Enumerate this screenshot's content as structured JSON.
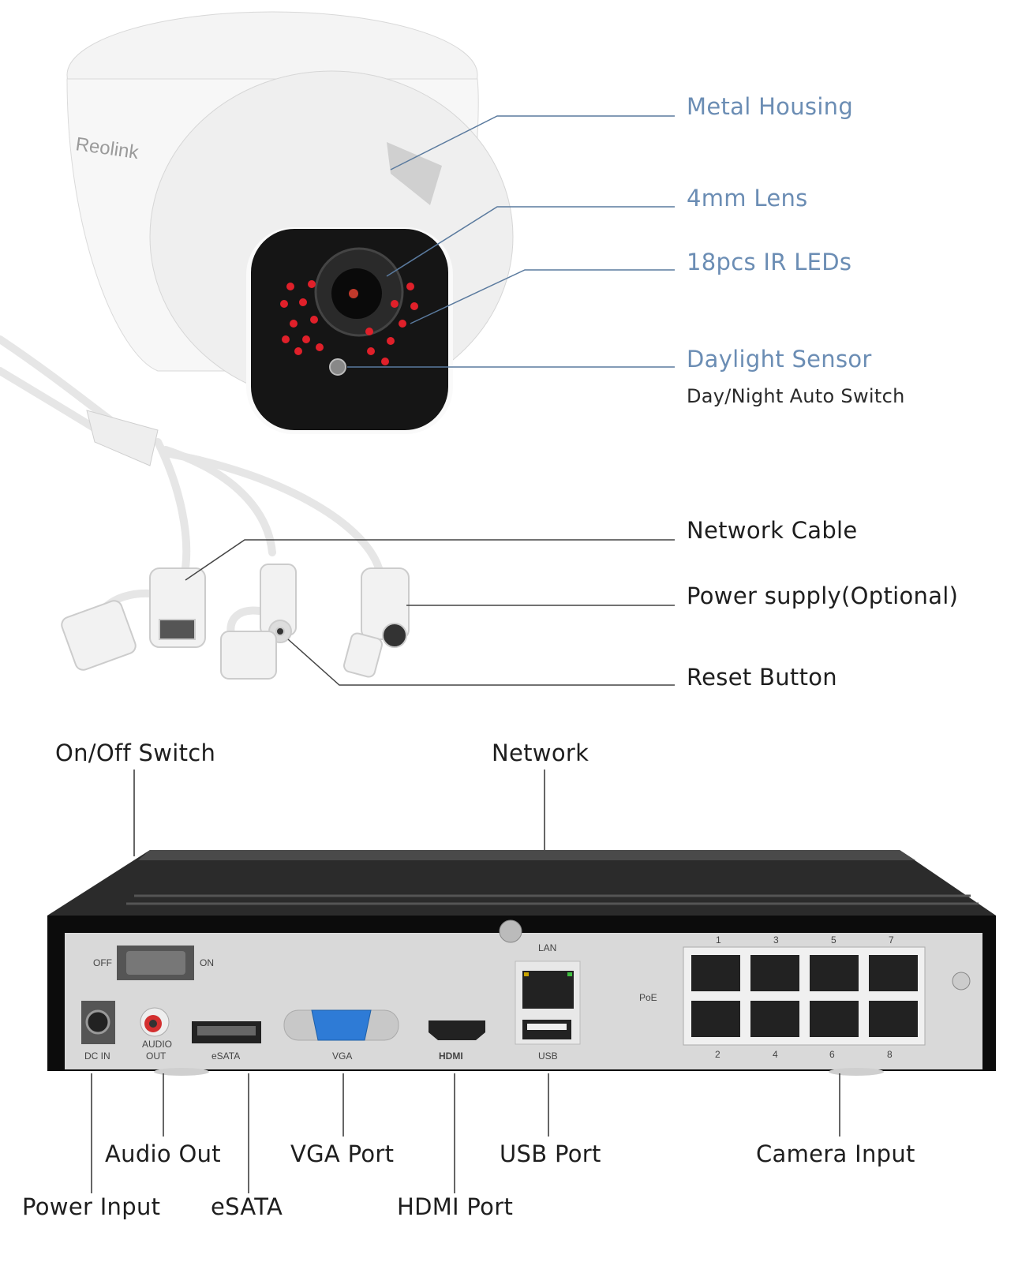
{
  "camera": {
    "brand": "Reolink",
    "callouts": {
      "metal_housing": "Metal Housing",
      "lens": "4mm Lens",
      "ir_leds": "18pcs IR LEDs",
      "daylight_sensor": "Daylight Sensor",
      "daylight_sensor_note": "Day/Night Auto Switch",
      "network_cable": "Network Cable",
      "power_supply": "Power supply(Optional)",
      "reset_button": "Reset Button"
    }
  },
  "nvr": {
    "callouts": {
      "on_off_switch": "On/Off Switch",
      "network": "Network",
      "audio_out": "Audio Out",
      "power_input": "Power Input",
      "esata": "eSATA",
      "vga_port": "VGA Port",
      "hdmi_port": "HDMI Port",
      "usb_port": "USB Port",
      "camera_input": "Camera Input"
    },
    "panel_labels": {
      "off": "OFF",
      "on": "ON",
      "dc_in": "DC IN",
      "audio": "AUDIO",
      "out": "OUT",
      "esata": "eSATA",
      "vga": "VGA",
      "hdmi": "HDMI",
      "lan": "LAN",
      "usb": "USB",
      "poe": "PoE",
      "ports_top": [
        "1",
        "3",
        "5",
        "7"
      ],
      "ports_bottom": [
        "2",
        "4",
        "6",
        "8"
      ]
    }
  },
  "colors": {
    "callout_blue": "#6b8db4",
    "leader_line": "#555555"
  }
}
